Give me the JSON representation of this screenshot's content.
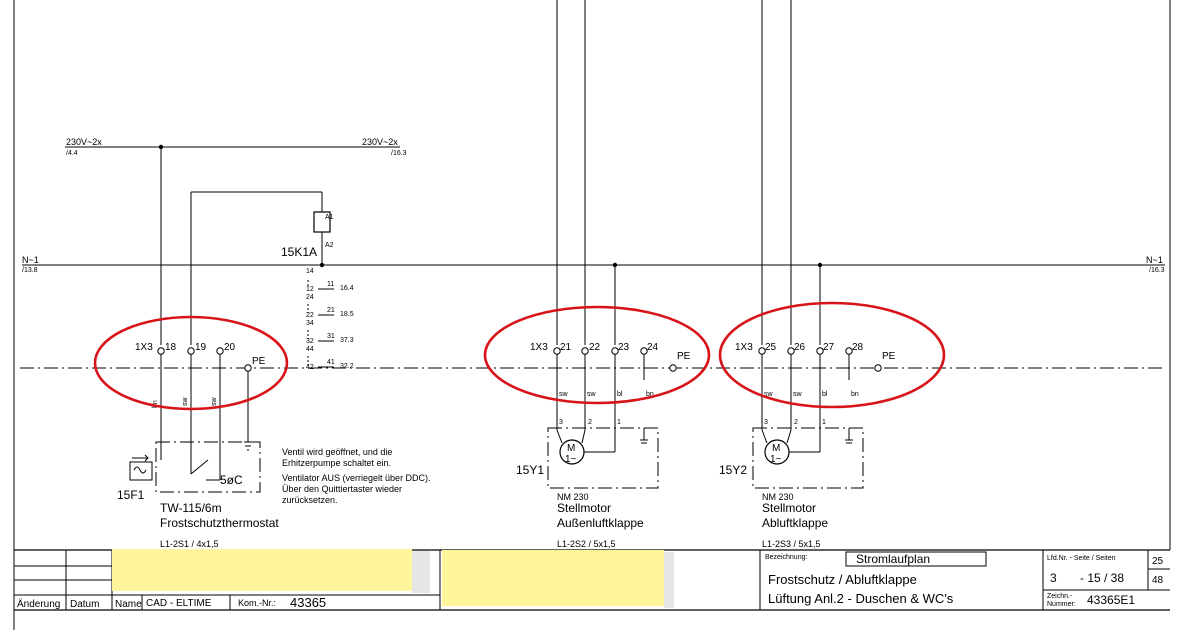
{
  "supply": {
    "left_label": "230V~2x",
    "left_ref": "/4.4",
    "right_label": "230V~2x",
    "right_ref": "/16.3",
    "neutral_left_label": "N~1",
    "neutral_left_ref": "/13.8",
    "neutral_right_label": "N~1",
    "neutral_right_ref": "/16.3"
  },
  "relay": {
    "tag": "15K1A",
    "coil_a1": "A1",
    "coil_a2": "A2",
    "contacts": [
      {
        "top": "14",
        "mid": "12",
        "ref_num": "11",
        "ref": "16.4"
      },
      {
        "top": "24",
        "mid": "22",
        "ref_num": "21",
        "ref": "18.5"
      },
      {
        "top": "34",
        "mid": "32",
        "ref_num": "31",
        "ref": "37.3"
      },
      {
        "top": "44",
        "mid": "42",
        "ref_num": "41",
        "ref": "32.2"
      }
    ]
  },
  "terminal_groups": [
    {
      "strip": "1X3",
      "terminals": [
        "18",
        "19",
        "20"
      ],
      "pe": "PE",
      "wires": [
        "bn",
        "sw",
        "sw"
      ]
    },
    {
      "strip": "1X3",
      "terminals": [
        "21",
        "22",
        "23",
        "24"
      ],
      "pe": "PE",
      "wires": [
        "sw",
        "sw",
        "bl",
        "bn"
      ]
    },
    {
      "strip": "1X3",
      "terminals": [
        "25",
        "26",
        "27",
        "28"
      ],
      "pe": "PE",
      "wires": [
        "sw",
        "sw",
        "bl",
        "bn"
      ]
    }
  ],
  "devices": {
    "thermostat": {
      "tag": "15F1",
      "temp": "5øC",
      "model": "TW-115/6m",
      "name": "Frostschutzthermostat",
      "cable": "L1-2S1 / 4x1,5"
    },
    "note": {
      "line1": "Ventil wird geöffnet, und die",
      "line2": "Erhitzerpumpe schaltet ein.",
      "line3": "Ventilator AUS (verriegelt über DDC).",
      "line4": "Über den Quittiertaster wieder",
      "line5": "zurücksetzen."
    },
    "motor1": {
      "tag": "15Y1",
      "pins": [
        "3",
        "2",
        "1"
      ],
      "symbol_m": "M",
      "symbol_ac": "1~",
      "model": "NM 230",
      "type": "Stellmotor",
      "name": "Außenluftklappe",
      "cable": "L1-2S2 / 5x1,5"
    },
    "motor2": {
      "tag": "15Y2",
      "pins": [
        "3",
        "2",
        "1"
      ],
      "symbol_m": "M",
      "symbol_ac": "1~",
      "model": "NM 230",
      "type": "Stellmotor",
      "name": "Abluftklappe",
      "cable": "L1-2S3 / 5x1,5"
    }
  },
  "title_block": {
    "rev_headers": [
      "Änderung",
      "Datum",
      "Name"
    ],
    "cad": "CAD - ELTIME",
    "kom_label": "Kom.-Nr.:",
    "kom_value": "43365",
    "bezeichnung_label": "Bezeichnung:",
    "drawing_type": "Stromlaufplan",
    "title_line1": "Frostschutz / Abluftklappe",
    "title_line2": "Lüftung Anl.2 - Duschen & WC's",
    "page_label": "Lfd.Nr. - Seite / Seiten",
    "page_lfd": "3",
    "page_value": "- 15 / 38",
    "zeich_label1": "Zeichn.-",
    "zeich_label2": "Nummer:",
    "zeich_value": "43365E1",
    "side_top": "25",
    "side_bottom": "48"
  },
  "colors": {
    "highlight_ring": "#d8141a",
    "sticky_note": "#fff59a"
  }
}
